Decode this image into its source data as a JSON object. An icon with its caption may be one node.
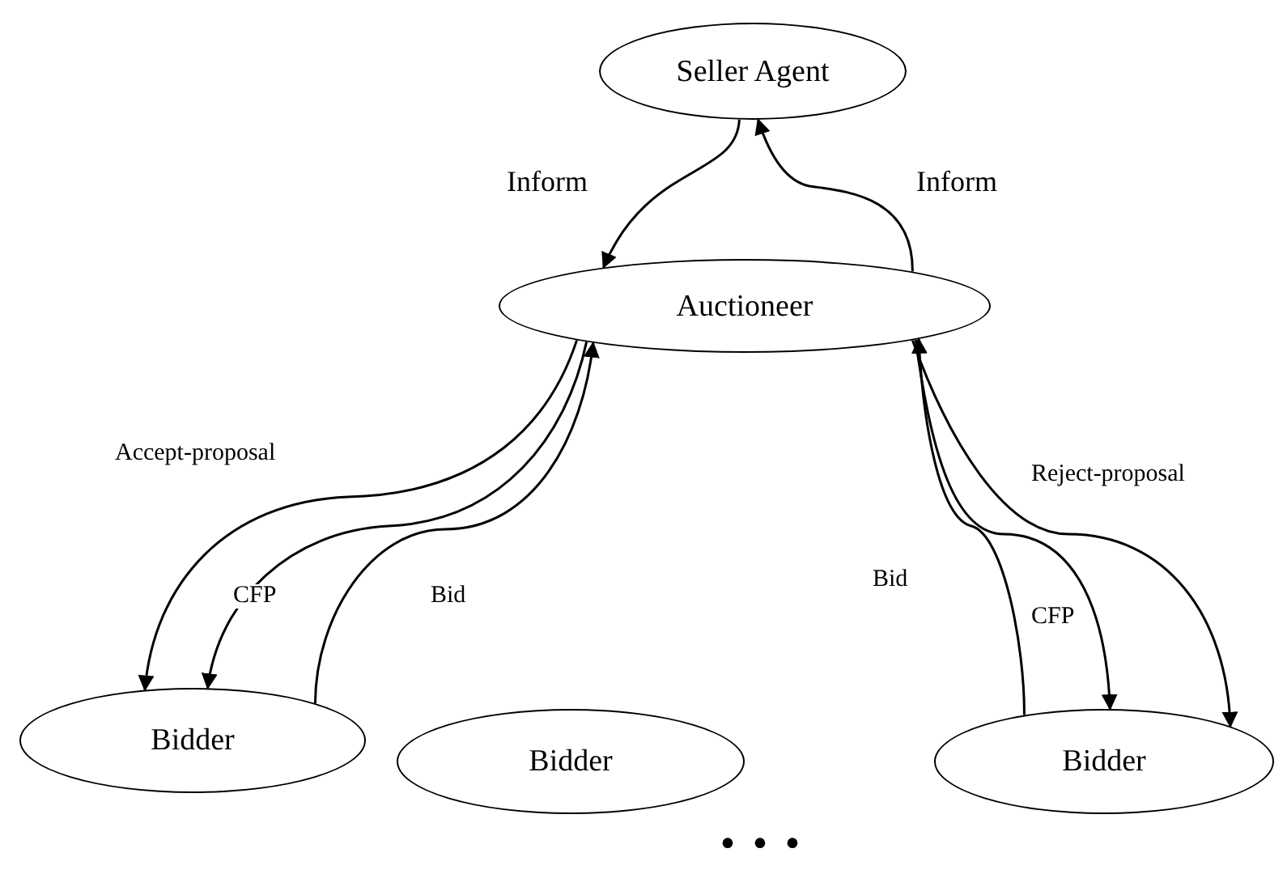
{
  "diagram": {
    "nodes": [
      {
        "text": [
          "Seller Agent"
        ]
      },
      {
        "text": [
          "Auctioneer"
        ]
      },
      {
        "text": [
          "Bidder"
        ]
      },
      {
        "text": [
          "Bidder"
        ]
      },
      {
        "text": [
          "Bidder"
        ]
      }
    ],
    "edges": [
      {
        "from": 0,
        "to": 1,
        "arrow": "to",
        "label": "Inform"
      },
      {
        "from": 1,
        "to": 0,
        "arrow": "to",
        "label": "Inform"
      },
      {
        "from": 1,
        "to": 2,
        "arrow": "to",
        "label": "Accept-proposal"
      },
      {
        "from": 1,
        "to": 2,
        "arrow": "to",
        "label": "CFP"
      },
      {
        "from": 2,
        "to": 1,
        "arrow": "to",
        "label": "Bid"
      },
      {
        "from": 4,
        "to": 1,
        "arrow": "to",
        "label": "Bid"
      },
      {
        "from": 1,
        "to": 4,
        "arrow": "to",
        "label": "CFP"
      },
      {
        "from": 1,
        "to": 4,
        "arrow": "to",
        "label": "Reject-proposal"
      }
    ],
    "labels": [
      "• • •"
    ]
  }
}
